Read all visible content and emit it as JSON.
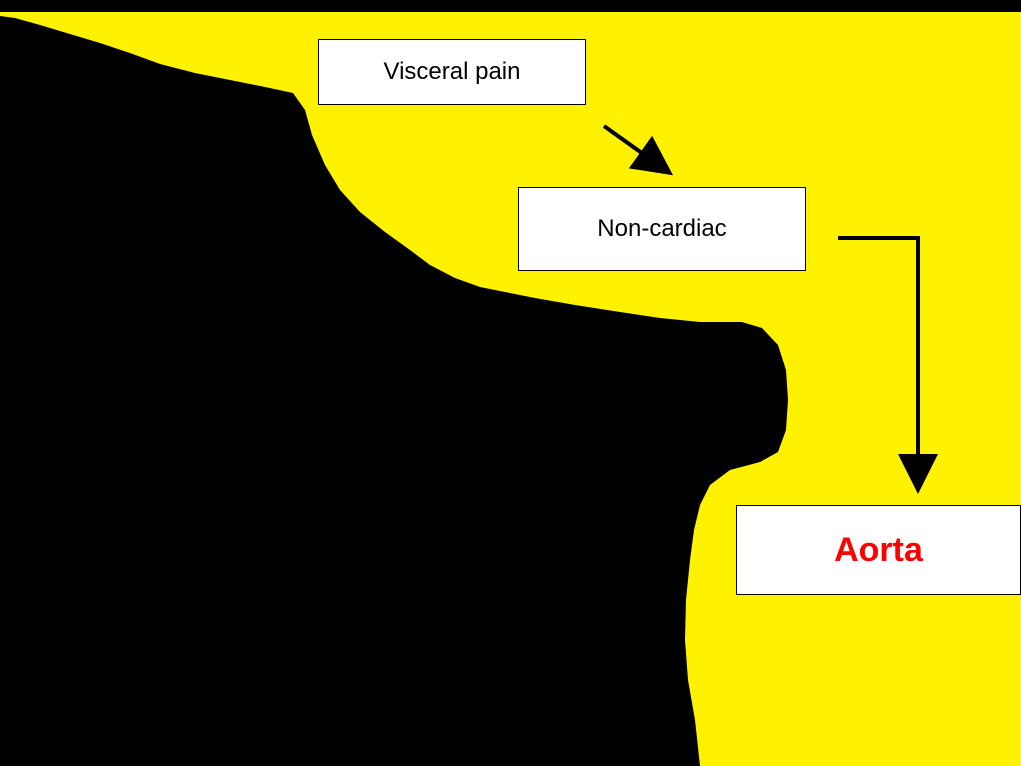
{
  "colors": {
    "background": "#000000",
    "highlight_region": "#fff200",
    "box_fill": "#ffffff",
    "text": "#000000",
    "emphasis_text": "#ff0000"
  },
  "diagram": {
    "nodes": [
      {
        "id": "visceral",
        "label": "Visceral pain"
      },
      {
        "id": "noncardiac",
        "label": "Non-cardiac"
      },
      {
        "id": "aorta",
        "label": "Aorta"
      }
    ],
    "edges": [
      {
        "from": "visceral",
        "to": "noncardiac"
      },
      {
        "from": "noncardiac",
        "to": "aorta"
      }
    ]
  }
}
